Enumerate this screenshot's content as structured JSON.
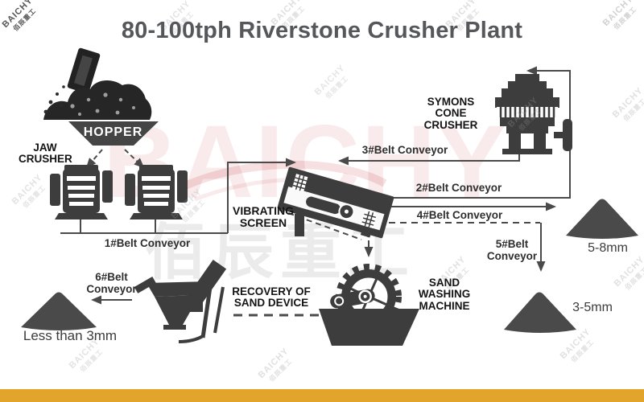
{
  "title": "80-100tph Riverstone Crusher Plant",
  "machines": {
    "hopper": {
      "label": "HOPPER"
    },
    "jaw_crusher": {
      "line1": "JAW",
      "line2": "CRUSHER"
    },
    "vibrating_screen": {
      "line1": "VIBRATING",
      "line2": "SCREEN"
    },
    "symons_cone_crusher": {
      "line1": "SYMONS",
      "line2": "CONE",
      "line3": "CRUSHER"
    },
    "sand_washing_machine": {
      "line1": "SAND",
      "line2": "WASHING",
      "line3": "MACHINE"
    },
    "recovery_of_sand_device": {
      "line1": "RECOVERY OF",
      "line2": "SAND DEVICE"
    }
  },
  "conveyors": {
    "belt1": {
      "label": "1#Belt Conveyor"
    },
    "belt2": {
      "label": "2#Belt Conveyor"
    },
    "belt3": {
      "label": "3#Belt Conveyor"
    },
    "belt4": {
      "label": "4#Belt Conveyor"
    },
    "belt5": {
      "line1": "5#Belt",
      "line2": "Conveyor"
    },
    "belt6": {
      "line1": "6#Belt",
      "line2": "Conveyor"
    }
  },
  "products": {
    "coarse": {
      "label": "5-8mm"
    },
    "medium": {
      "label": "3-5mm"
    },
    "fine": {
      "label": "Less than 3mm"
    }
  },
  "watermark": {
    "brand": "BAICHY",
    "company_cn": "佰辰重工"
  },
  "colors": {
    "title_text": "#56575B",
    "machine_fill": "#3D3D3D",
    "flow_line": "#4A4A4A",
    "pile_fill": "#4A4A4A",
    "bottom_bar": "#E3A42B",
    "watermark_red": "#C1202C"
  }
}
